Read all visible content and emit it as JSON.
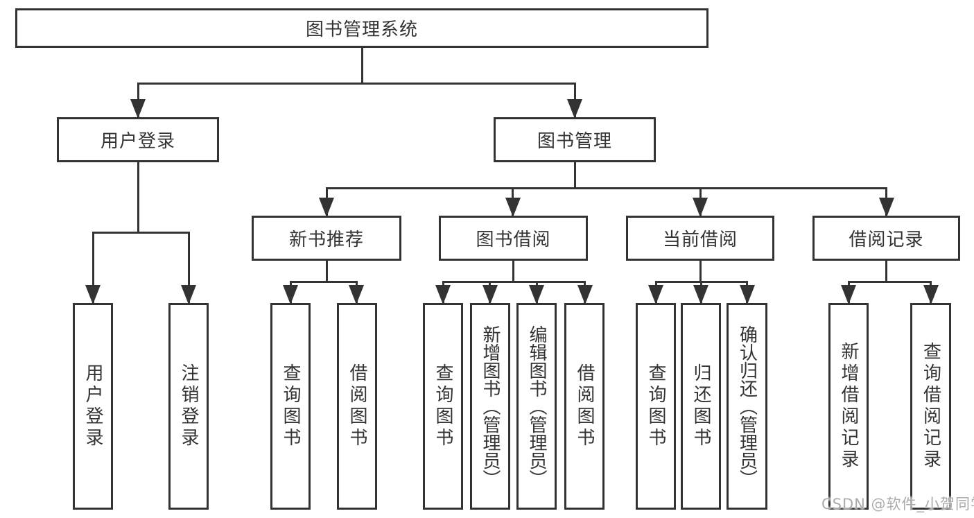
{
  "diagram": {
    "root": {
      "label": "图书管理系统"
    },
    "level2": [
      {
        "label": "用户登录"
      },
      {
        "label": "图书管理"
      }
    ],
    "level3": [
      {
        "label": "新书推荐"
      },
      {
        "label": "图书借阅"
      },
      {
        "label": "当前借阅"
      },
      {
        "label": "借阅记录"
      }
    ],
    "leaves": [
      {
        "label": "用户登录",
        "parent": "用户登录"
      },
      {
        "label": "注销登录",
        "parent": "用户登录"
      },
      {
        "label": "查询图书",
        "parent": "新书推荐"
      },
      {
        "label": "借阅图书",
        "parent": "新书推荐"
      },
      {
        "label": "查询图书",
        "parent": "图书借阅"
      },
      {
        "label": "新增图书（管理员）",
        "parent": "图书借阅"
      },
      {
        "label": "编辑图书（管理员）",
        "parent": "图书借阅"
      },
      {
        "label": "借阅图书",
        "parent": "图书借阅"
      },
      {
        "label": "查询图书",
        "parent": "当前借阅"
      },
      {
        "label": "归还图书",
        "parent": "当前借阅"
      },
      {
        "label": "确认归还（管理员）",
        "parent": "当前借阅"
      },
      {
        "label": "新增借阅记录",
        "parent": "借阅记录"
      },
      {
        "label": "查询借阅记录",
        "parent": "借阅记录"
      }
    ]
  },
  "watermark": {
    "text": "CSDN @软件_小贺同学"
  },
  "colors": {
    "line": "#333333",
    "background": "#ffffff",
    "watermark": "#ababab"
  }
}
